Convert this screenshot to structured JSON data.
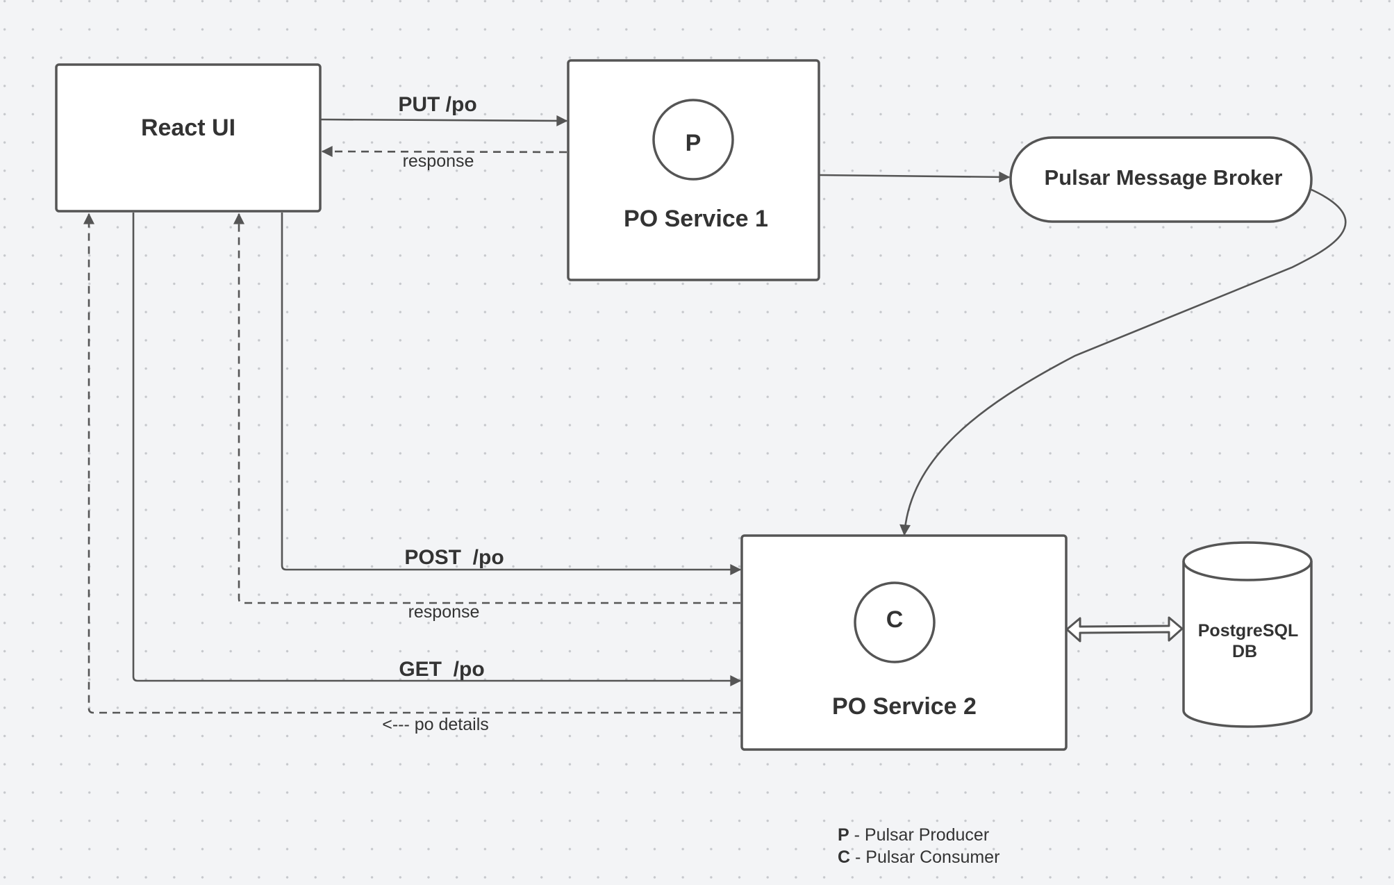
{
  "nodes": {
    "react_ui": {
      "label": "React UI"
    },
    "po_service_1": {
      "label": "PO Service 1",
      "badge": "P"
    },
    "pulsar_broker": {
      "label": "Pulsar Message Broker"
    },
    "po_service_2": {
      "label": "PO Service 2",
      "badge": "C"
    },
    "postgres_db": {
      "label_line1": "PostgreSQL",
      "label_line2": "DB"
    }
  },
  "edges": {
    "put_po": "PUT /po",
    "put_response": "response",
    "post_po": "POST  /po",
    "post_response": "response",
    "get_po": "GET  /po",
    "get_response": "<--- po details"
  },
  "legend": [
    {
      "key": "P",
      "text": " - Pulsar Producer"
    },
    {
      "key": "C",
      "text": " - Pulsar Consumer"
    }
  ],
  "colors": {
    "background": "#f3f4f6",
    "stroke": "#555555",
    "text": "#333333",
    "node_fill": "#ffffff"
  }
}
